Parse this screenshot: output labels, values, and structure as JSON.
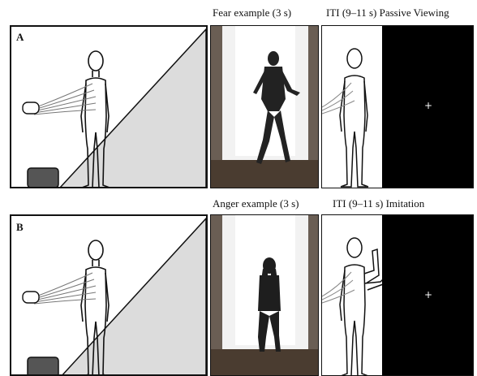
{
  "panels": [
    {
      "label": "A",
      "stim_caption": "Fear example (3 s)",
      "iti_caption": "ITI (9–11 s) Passive Viewing",
      "fixation": "+",
      "icons": [
        "person-silhouette-icon",
        "projector-icon",
        "eeg-cap-icon",
        "video-still-fear"
      ]
    },
    {
      "label": "B",
      "stim_caption": "Anger example (3 s)",
      "iti_caption": "ITI (9–11 s) Imitation",
      "fixation": "+",
      "icons": [
        "person-silhouette-icon",
        "projector-icon",
        "eeg-cap-icon",
        "video-still-anger"
      ]
    }
  ]
}
